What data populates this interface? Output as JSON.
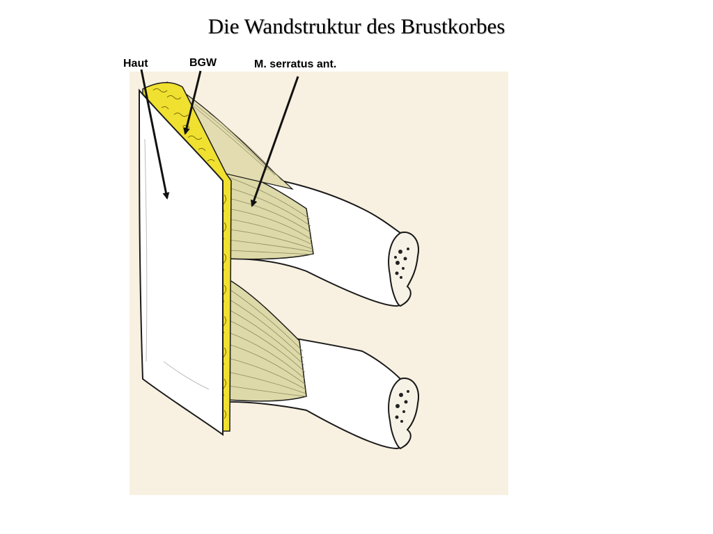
{
  "slide": {
    "title": "Die Wandstruktur des Brustkorbes"
  },
  "labels": {
    "haut": "Haut",
    "bgw": "BGW",
    "serratus": "M. serratus ant."
  },
  "colors": {
    "background_panel": "#f8f0e0",
    "fat_yellow": "#f0e030",
    "muscle": "#ddd9a8",
    "bone": "#ffffff",
    "outline": "#1a1a1a"
  }
}
